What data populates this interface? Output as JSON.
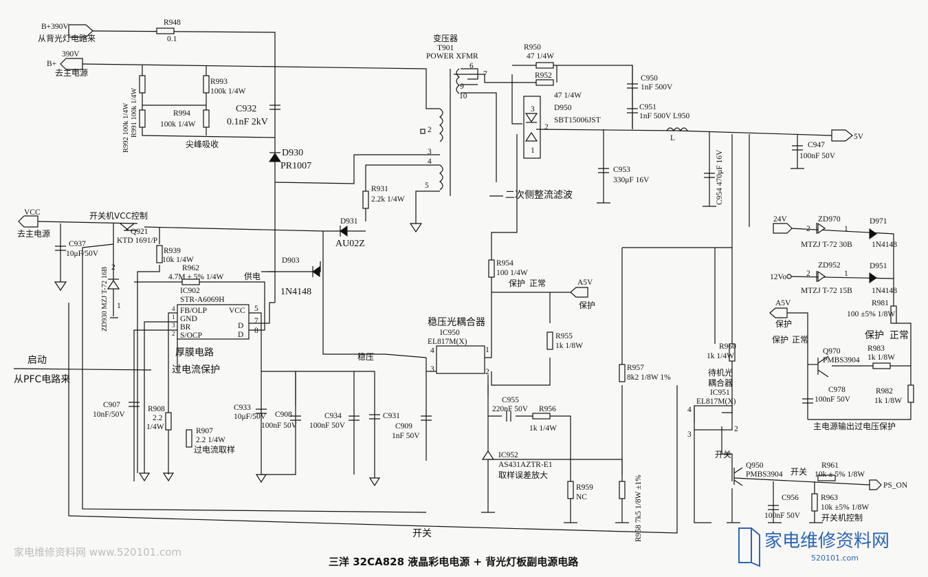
{
  "title": "三洋 32CA828 液晶彩电电源 + 背光灯板副电源电路",
  "logo": {
    "text": "家电维修资料网",
    "url": "520101.com"
  },
  "watermark": "家电维修资料网 www.520101.com",
  "labels": {
    "b390_in": "B+390V",
    "b390_from": "从背光灯电路来",
    "r948": "R948",
    "r948_v": "0.1",
    "v390": "390V",
    "bplus": "B+",
    "to_main1": "去主电源",
    "r991": "R991 100k 1/4W",
    "r992": "R992 100k 1/4W",
    "r993": "R993",
    "r993_v": "100k 1/4W",
    "r994": "R994",
    "r994_v": "100k 1/4W",
    "spike": "尖峰吸收",
    "c932": "C932",
    "c932_v": "0.1nF 2kV",
    "d930": "D930",
    "d930_v": "PR1007",
    "xfmr_cn": "变压器",
    "t901": "T901",
    "xfmr": "POWER XFMR",
    "p2": "2",
    "p3": "3",
    "p4": "4",
    "p5": "5",
    "p6": "6",
    "p7": "7",
    "p9": "9",
    "p10": "10",
    "r950": "R950",
    "r950_v": "47 1/4W",
    "r952": "R952",
    "r952_v": "47 1/4W",
    "c950": "C950",
    "c950_v": "1nF 500V",
    "c951": "C951",
    "c951_v": "1nF 500V L950",
    "d950": "D950",
    "d950_v": "SBT15006JST",
    "d950_p1": "1",
    "d950_p2": "2",
    "d950_p3": "3",
    "l": "L",
    "out5v": "5V",
    "c947": "C947",
    "c947_v": "100nF 50V",
    "c953": "C953",
    "c953_v": "330μF 16V",
    "c954": "C954 470μF 16V",
    "secondary": "二次侧整流滤波",
    "r931": "R931",
    "r931_v": "2.2k 1/4W",
    "d931": "D931",
    "d931_v": "AU02Z",
    "vcc": "VCC",
    "to_main2": "去主电源",
    "vcc_ctrl": "开关机VCC控制",
    "q921": "Q921",
    "q921_v": "KTD 1691/P",
    "c937": "C937",
    "c937_v": "10μF/50V",
    "r939": "R939",
    "r939_v": "10k 1/4W",
    "r962": "R962",
    "r962_v": "4.7M ± 5% 1/4W",
    "supply": "供电",
    "d903": "D903",
    "d903_v": "1N4148",
    "zd930": "ZD930 MZJ T-72 16B",
    "zd930_p2": "2",
    "zd930_p1": "1",
    "ic902": "IC902",
    "ic902_v": "STR-A6069H",
    "fb": "FB/OLP",
    "vccpin": "VCC",
    "gnd": "GND",
    "br": "BR",
    "socp": "S/OCP",
    "d1": "D",
    "d2": "D",
    "ic_p4": "4",
    "ic_p1": "1",
    "ic_p3": "3",
    "ic_p2": "2",
    "ic_p5": "5",
    "ic_p7": "7",
    "ic_p8": "8",
    "thick": "厚膜电路",
    "ocp": "过电流保护",
    "start": "启动",
    "from_pfc": "从PFC电路来",
    "c907": "C907",
    "c907_v": "10nF/50V",
    "r908": "R908",
    "r908_v": "2.2",
    "r908_w": "1/4W",
    "r907": "R907",
    "r907_v": "2.2 1/4W",
    "r907_d": "过电流取样",
    "c933": "C933",
    "c933_v": "10μF/50V",
    "c908": "C908",
    "c908_v": "100nF 50V",
    "c934": "C934",
    "c934_v": "100nF 50V",
    "c931": "C931",
    "c909": "C909",
    "c909_v": "1nF 50V",
    "reg": "稳压",
    "opto_reg": "稳压光耦合器",
    "ic950": "IC950",
    "ic950_v": "EL817M(X)",
    "o_p4": "4",
    "o_p3": "3",
    "o_p1": "1",
    "o_p2": "2",
    "r954": "R954",
    "r954_v": "100 1/4W",
    "prot1": "保护",
    "norm1": "正常",
    "a5v1": "A5V",
    "prot2": "保护",
    "r955": "R955",
    "r955_v": "1k 1/8W",
    "c955": "C955",
    "c955_v": "220nF 50V",
    "r956": "R956",
    "r956_v": "1k 1/4W",
    "ic952": "IC952",
    "ic952_v": "AS431AZTR-E1",
    "ic952_d": "取样误差放大",
    "r959": "R959",
    "r959_v": "NC",
    "r958": "R958 7k5 1/8W ±1%",
    "r957": "R957",
    "r957_v": "8k2 1/8W 1%",
    "r960": "R960",
    "r960_v": "1k 1/4W",
    "standby1": "待机光",
    "standby2": "耦合器",
    "ic951": "IC951",
    "ic951_v": "EL817M(X)",
    "s_p4": "4",
    "s_p3": "3",
    "s_p2": "2",
    "v24": "24V",
    "zd970": "ZD970",
    "zd970_v": "MTZJ T-72 30B",
    "d971": "D971",
    "d971_v": "1N4148",
    "z_p2a": "2",
    "z_p1a": "1",
    "z_p2b": "2",
    "z_p1b": "1",
    "v12": "12Vo",
    "zd952": "ZD952",
    "zd952_v": "MTZJ T-72 15B",
    "d951": "D951",
    "d951_v": "1N4148",
    "a5v2": "A5V",
    "prot3": "保护",
    "r981": "R981",
    "r981_v": "100 ±5% 1/8W",
    "prot4": "保护",
    "norm4": "正常",
    "prot5": "保护",
    "norm5": "正常",
    "q970": "Q970",
    "q970_v": "PMBS3904",
    "r983": "R983",
    "r983_v": "1k 1/8W",
    "c978": "C978",
    "c978_v": "100nF 50V",
    "r982": "R982",
    "r982_v": "1k 1/8W",
    "ovp": "主电源输出过电压保护",
    "sw1": "开关",
    "sw2": "开关",
    "sw3": "开关",
    "q950": "Q950",
    "q950_v": "PMBS3904",
    "r961": "R961",
    "r961_v": "10k ± 5% 1/8W",
    "ps_on": "PS_ON",
    "c956": "C956",
    "c956_v": "100nF 50V",
    "r963": "R963",
    "r963_v": "10k ±5% 1/8W",
    "onoff": "开关机控制"
  }
}
